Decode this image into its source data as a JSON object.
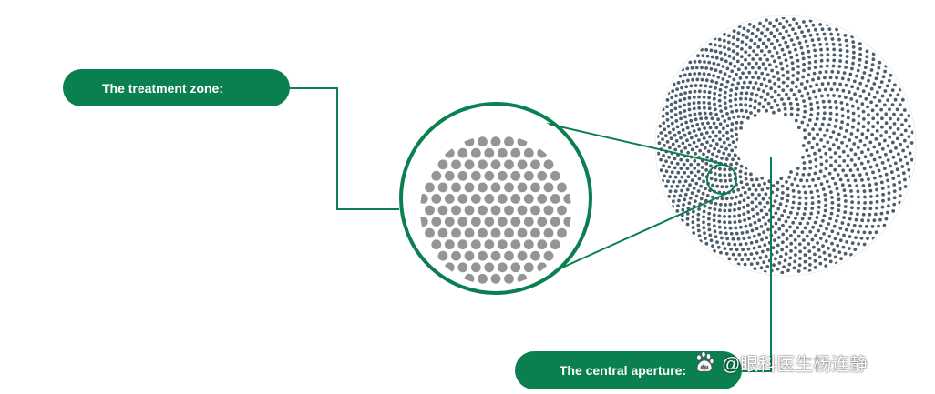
{
  "labels": {
    "treatment_zone": "The treatment zone:",
    "central_aperture": "The central aperture:"
  },
  "watermark": {
    "logo_icon": "baidu-paw-icon",
    "text": "@眼科医生杨连静"
  },
  "colors": {
    "accent_green": "#0a7f4f",
    "dot_lens": "#4c5d6b",
    "dot_zoom": "#8a8a8a"
  }
}
